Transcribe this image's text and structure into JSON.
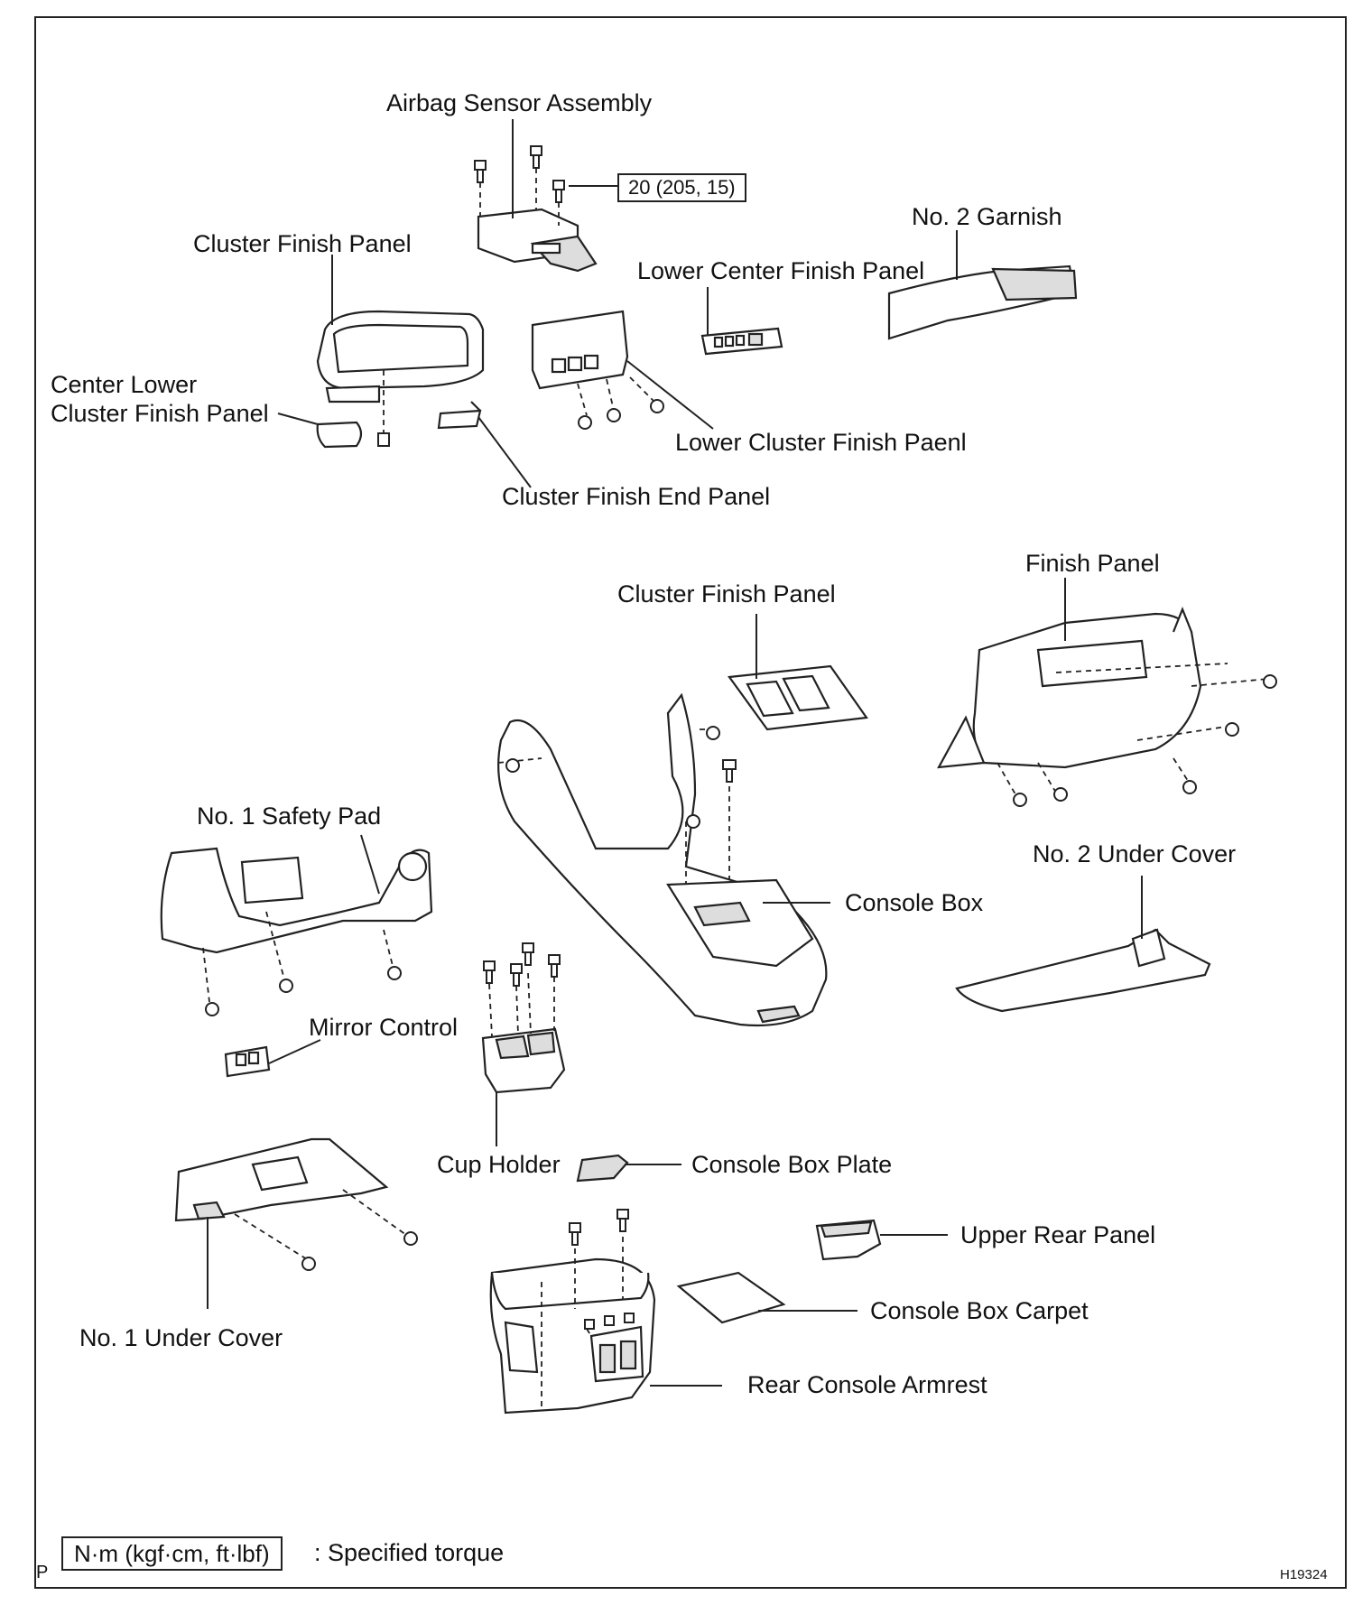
{
  "labels": {
    "airbag_sensor_assembly": "Airbag Sensor Assembly",
    "torque_value": "20 (205, 15)",
    "no2_garnish": "No. 2 Garnish",
    "cluster_finish_panel_top": "Cluster Finish Panel",
    "lower_center_finish_panel": "Lower Center Finish Panel",
    "center_lower_line1": "Center Lower",
    "center_lower_line2": "Cluster Finish Panel",
    "lower_cluster_finish_panel": "Lower Cluster Finish Paenl",
    "cluster_finish_end_panel": "Cluster Finish End Panel",
    "finish_panel": "Finish Panel",
    "cluster_finish_panel_mid": "Cluster Finish Panel",
    "no1_safety_pad": "No. 1 Safety Pad",
    "no2_under_cover": "No. 2 Under Cover",
    "console_box": "Console Box",
    "mirror_control": "Mirror Control",
    "cup_holder": "Cup Holder",
    "console_box_plate": "Console Box Plate",
    "upper_rear_panel": "Upper Rear Panel",
    "console_box_carpet": "Console Box Carpet",
    "no1_under_cover": "No. 1 Under Cover",
    "rear_console_armrest": "Rear Console Armrest"
  },
  "legend": {
    "unit_box": "N·m (kgf·cm, ft·lbf)",
    "description": ": Specified torque"
  },
  "corner": {
    "left_mark": "P",
    "figure_id": "H19324"
  }
}
